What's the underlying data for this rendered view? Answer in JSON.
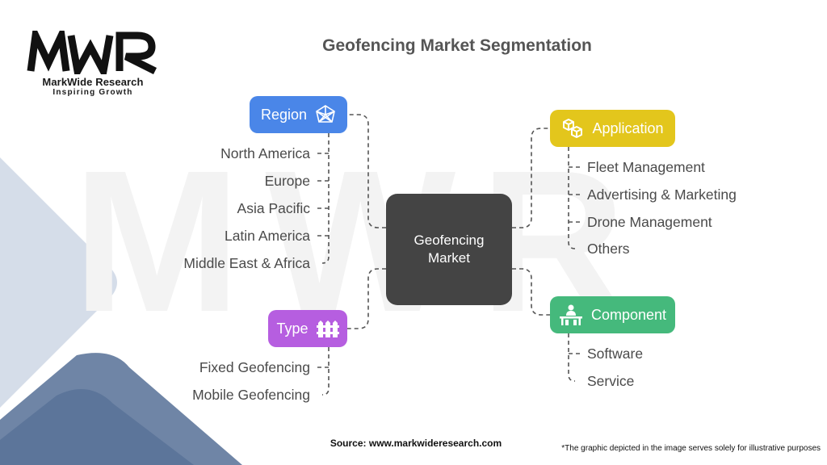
{
  "brand": {
    "name": "MarkWide Research",
    "tagline": "Inspiring Growth",
    "logo_icon": "mwr-logo"
  },
  "title": "Geofencing Market Segmentation",
  "center": {
    "label": "Geofencing Market",
    "color": "#444444"
  },
  "branches": {
    "region": {
      "label": "Region",
      "icon": "network-globe-icon",
      "color": "#4a86e8",
      "items": [
        "North America",
        "Europe",
        "Asia Pacific",
        "Latin America",
        "Middle East & Africa"
      ]
    },
    "type": {
      "label": "Type",
      "icon": "fence-icon",
      "color": "#b65ee0",
      "items": [
        "Fixed Geofencing",
        "Mobile Geofencing"
      ]
    },
    "application": {
      "label": "Application",
      "icon": "boxes-icon",
      "color": "#e3c61c",
      "items": [
        "Fleet Management",
        "Advertising & Marketing",
        "Drone Management",
        "Others"
      ]
    },
    "component": {
      "label": "Component",
      "icon": "people-workstation-icon",
      "color": "#45b97c",
      "items": [
        "Software",
        "Service"
      ]
    }
  },
  "source": "Source: www.markwideresearch.com",
  "disclaimer": "*The graphic depicted in the image serves solely for illustrative purposes"
}
